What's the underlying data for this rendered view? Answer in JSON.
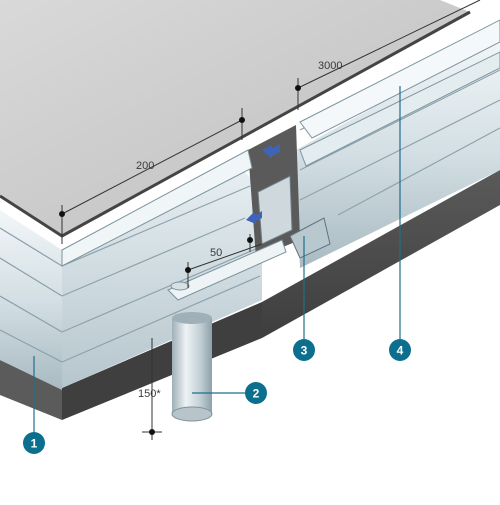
{
  "dimensions": {
    "d1": "3000",
    "d2": "200",
    "d3": "50",
    "d4": "150*"
  },
  "callouts": [
    {
      "number": "1"
    },
    {
      "number": "2"
    },
    {
      "number": "3"
    },
    {
      "number": "4"
    }
  ],
  "colors": {
    "callout": "#0d6f8e",
    "leader": "#1f6f8b",
    "roof_top": "#cfcfcf",
    "gutter_light": "#e9f0f3",
    "gutter_mid": "#c9d6dc",
    "gutter_dark": "#9fb1ba",
    "base_dark": "#4d4d4d",
    "arrow_blue": "#3f63b5"
  }
}
